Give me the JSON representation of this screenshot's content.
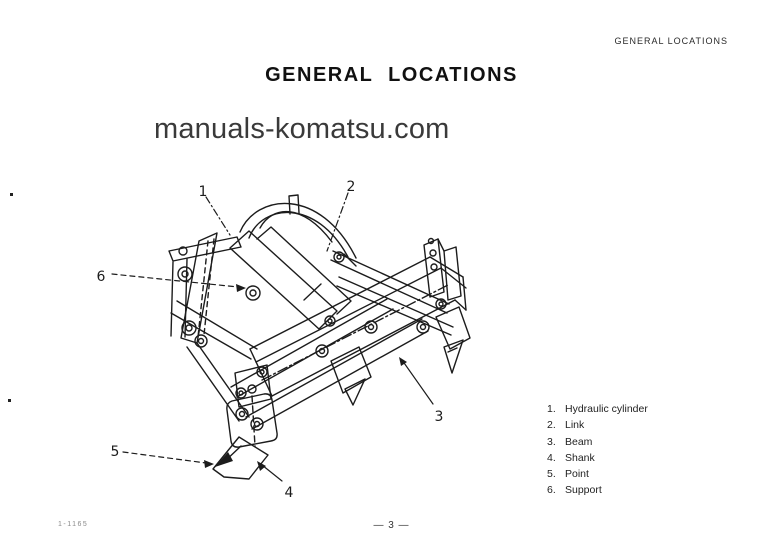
{
  "page": {
    "header_right": "GENERAL LOCATIONS",
    "title": "GENERAL LOCATIONS",
    "watermark": "manuals-komatsu.com",
    "page_number": "— 3 —",
    "footer_code": "1-1165"
  },
  "figure": {
    "type": "technical-line-drawing",
    "subject": "Ripper attachment general locations diagram",
    "callouts": [
      {
        "num": "1",
        "label": "Hydraulic cylinder"
      },
      {
        "num": "2",
        "label": "Link"
      },
      {
        "num": "3",
        "label": "Beam"
      },
      {
        "num": "4",
        "label": "Shank"
      },
      {
        "num": "5",
        "label": "Point"
      },
      {
        "num": "6",
        "label": "Support"
      }
    ]
  },
  "legend": {
    "items": [
      {
        "num": "1.",
        "label": "Hydraulic cylinder"
      },
      {
        "num": "2.",
        "label": "Link"
      },
      {
        "num": "3.",
        "label": "Beam"
      },
      {
        "num": "4.",
        "label": "Shank"
      },
      {
        "num": "5.",
        "label": "Point"
      },
      {
        "num": "6.",
        "label": "Support"
      }
    ]
  },
  "colors": {
    "paper": "#ffffff",
    "ink": "#1c1c1c",
    "watermark_text": "#3a3a3a"
  }
}
